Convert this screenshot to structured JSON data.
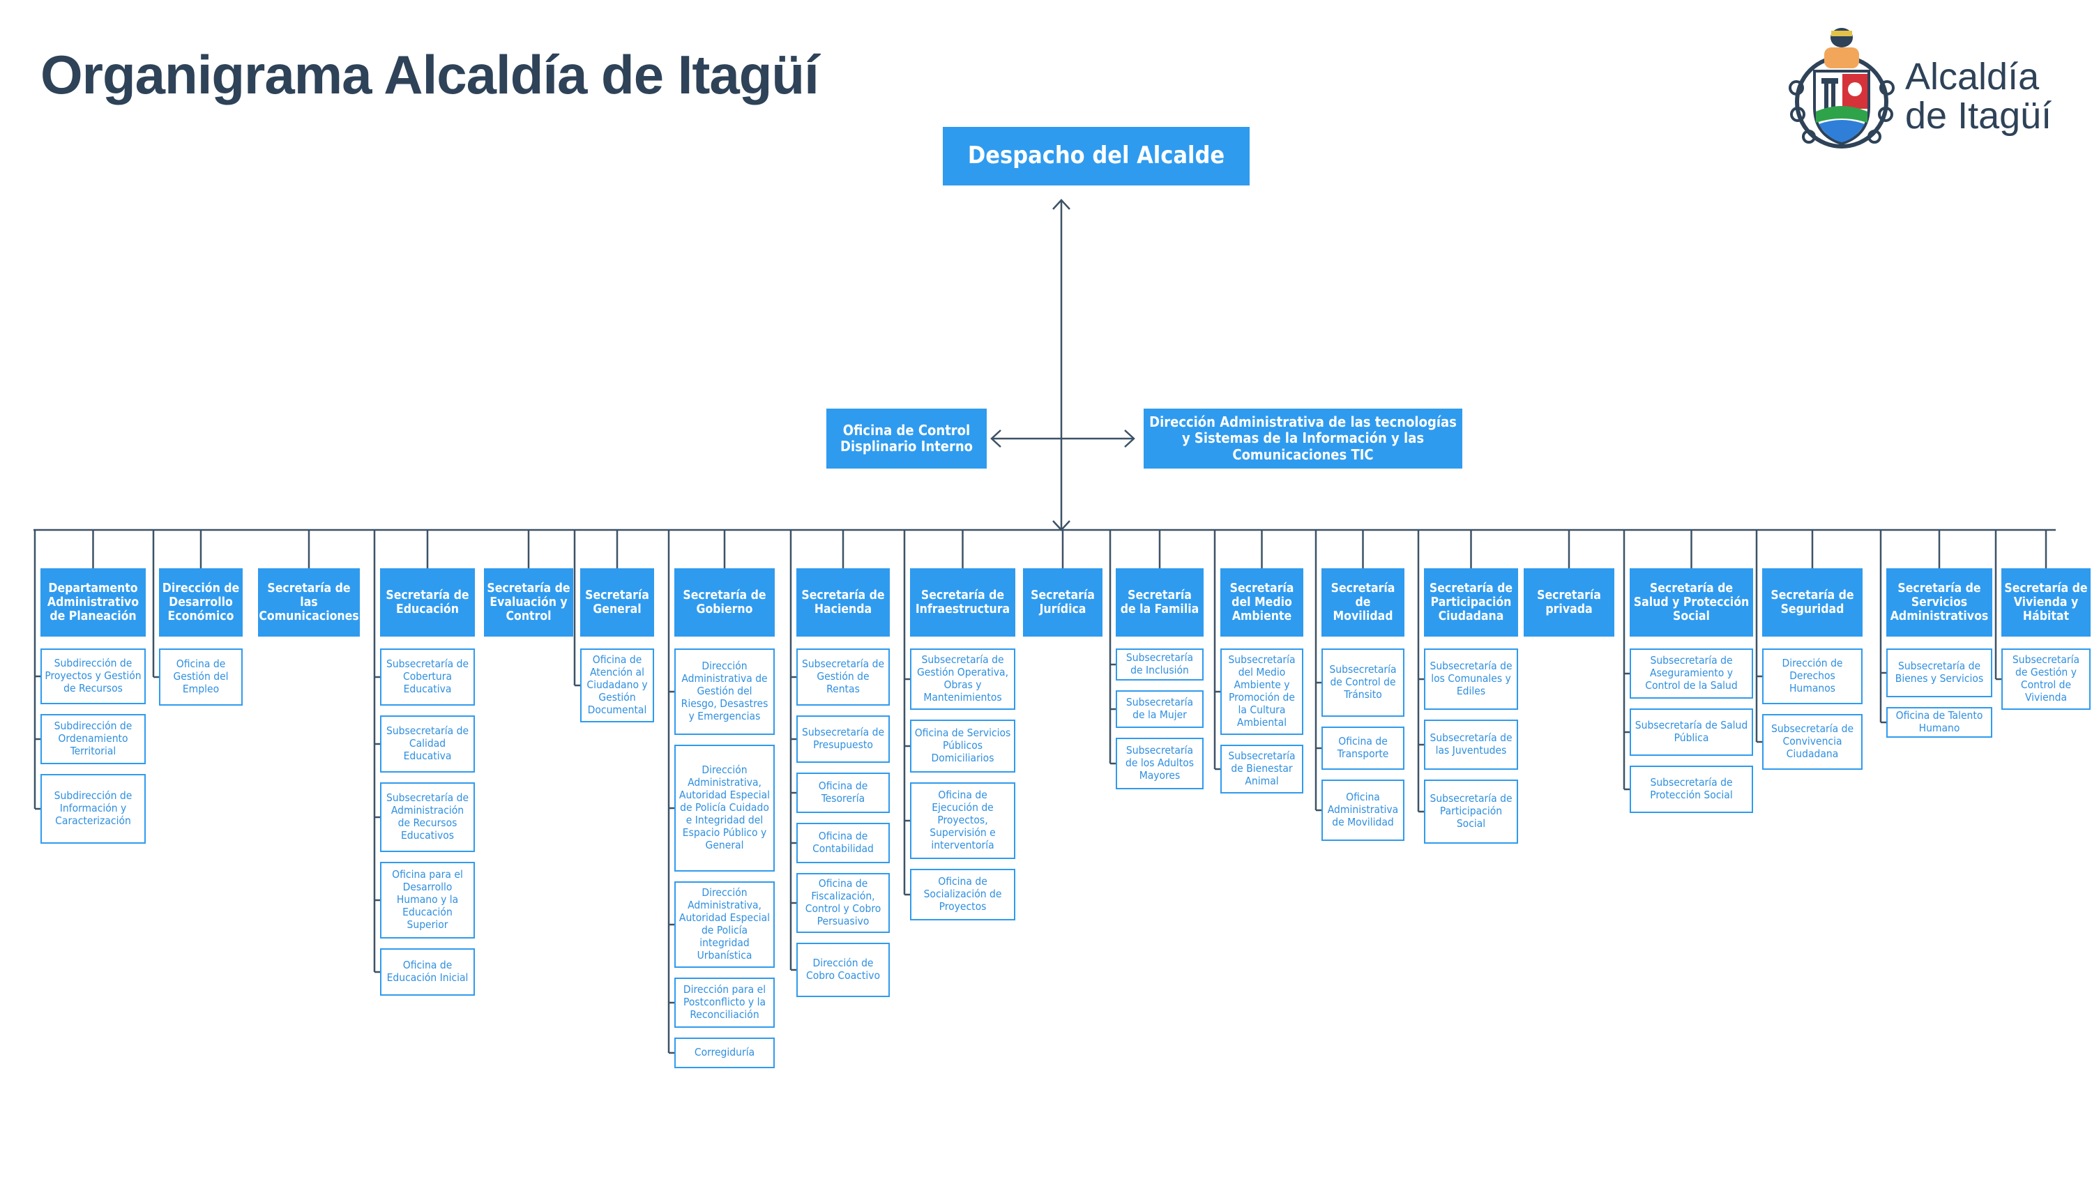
{
  "title": "Organigrama Alcaldía de Itagüí",
  "logo": {
    "line1": "Alcaldía",
    "line2": "de Itagüí"
  },
  "colors": {
    "box_fill": "#2f9bef",
    "line": "#3d5266",
    "title": "#2e4258"
  },
  "root": "Despacho del Alcalde",
  "left_office": "Oficina de Control Displinario Interno",
  "right_office": "Dirección Administrativa de las tecnologías y Sistemas de la Información y las Comunicaciones TIC",
  "columns": [
    {
      "name": "Departamento Administrativo de Planeación",
      "subs": [
        "Subdirección de Proyectos y Gestión de Recursos",
        "Subdirección de Ordenamiento Territorial",
        "Subdirección de Información y Caracterización"
      ]
    },
    {
      "name": "Dirección de Desarrollo Económico",
      "subs": [
        "Oficina de Gestión del Empleo"
      ]
    },
    {
      "name": "Secretaría de las Comunicaciones",
      "subs": []
    },
    {
      "name": "Secretaría de Educación",
      "subs": [
        "Subsecretaría de Cobertura Educativa",
        "Subsecretaría de Calidad Educativa",
        "Subsecretaría de Administración de Recursos Educativos",
        "Oficina para el Desarrollo Humano y la Educación Superior",
        "Oficina de Educación Inicial"
      ]
    },
    {
      "name": "Secretaría de Evaluación y Control",
      "subs": []
    },
    {
      "name": "Secretaría General",
      "subs": [
        "Oficina de Atención al Ciudadano y Gestión Documental"
      ]
    },
    {
      "name": "Secretaría de Gobierno",
      "subs": [
        "Dirección Administrativa de Gestión del Riesgo, Desastres y Emergencias",
        "Dirección Administrativa, Autoridad Especial de Policía Cuidado e Integridad del Espacio Público y General",
        "Dirección Administrativa, Autoridad Especial de Policía integridad Urbanística",
        "Dirección para el Postconflicto y la Reconciliación",
        "Corregiduría"
      ]
    },
    {
      "name": "Secretaría de Hacienda",
      "subs": [
        "Subsecretaría de Gestión de Rentas",
        "Subsecretaría de Presupuesto",
        "Oficina de Tesorería",
        "Oficina de Contabilidad",
        "Oficina de Fiscalización, Control y Cobro Persuasivo",
        "Dirección de Cobro Coactivo"
      ]
    },
    {
      "name": "Secretaría de Infraestructura",
      "subs": [
        "Subsecretaría de Gestión Operativa, Obras y Mantenimientos",
        "Oficina de Servicios Públicos Domiciliarios",
        "Oficina de Ejecución de Proyectos, Supervisión e interventoría",
        "Oficina de Socialización de Proyectos"
      ]
    },
    {
      "name": "Secretaría Jurídica",
      "subs": []
    },
    {
      "name": "Secretaría de la Familia",
      "subs": [
        "Subsecretaría de Inclusión",
        "Subsecretaría de la Mujer",
        "Subsecretaría de los Adultos Mayores"
      ]
    },
    {
      "name": "Secretaría del Medio Ambiente",
      "subs": [
        "Subsecretaría del Medio Ambiente y Promoción de la Cultura Ambiental",
        "Subsecretaría de Bienestar Animal"
      ]
    },
    {
      "name": "Secretaría de Movilidad",
      "subs": [
        "Subsecretaría de Control de Tránsito",
        "Oficina de Transporte",
        "Oficina Administrativa de Movilidad"
      ]
    },
    {
      "name": "Secretaría de Participación Ciudadana",
      "subs": [
        "Subsecretaría de los Comunales y Ediles",
        "Subsecretaría de las Juventudes",
        "Subsecretaría de Participación Social"
      ]
    },
    {
      "name": "Secretaría privada",
      "subs": []
    },
    {
      "name": "Secretaría de Salud y Protección Social",
      "subs": [
        "Subsecretaría de Aseguramiento y Control de la Salud",
        "Subsecretaría de Salud Pública",
        "Subsecretaría de Protección Social"
      ]
    },
    {
      "name": "Secretaría de Seguridad",
      "subs": [
        "Dirección de Derechos Humanos",
        "Subsecretaría de Convivencia Ciudadana"
      ]
    },
    {
      "name": "Secretaría de Servicios Administrativos",
      "subs": [
        "Subsecretaría de Bienes y Servicios",
        "Oficina de Talento Humano"
      ]
    },
    {
      "name": "Secretaría de Vivienda y Hábitat",
      "subs": [
        "Subsecretaría de Gestión y Control de Vivienda"
      ]
    }
  ]
}
